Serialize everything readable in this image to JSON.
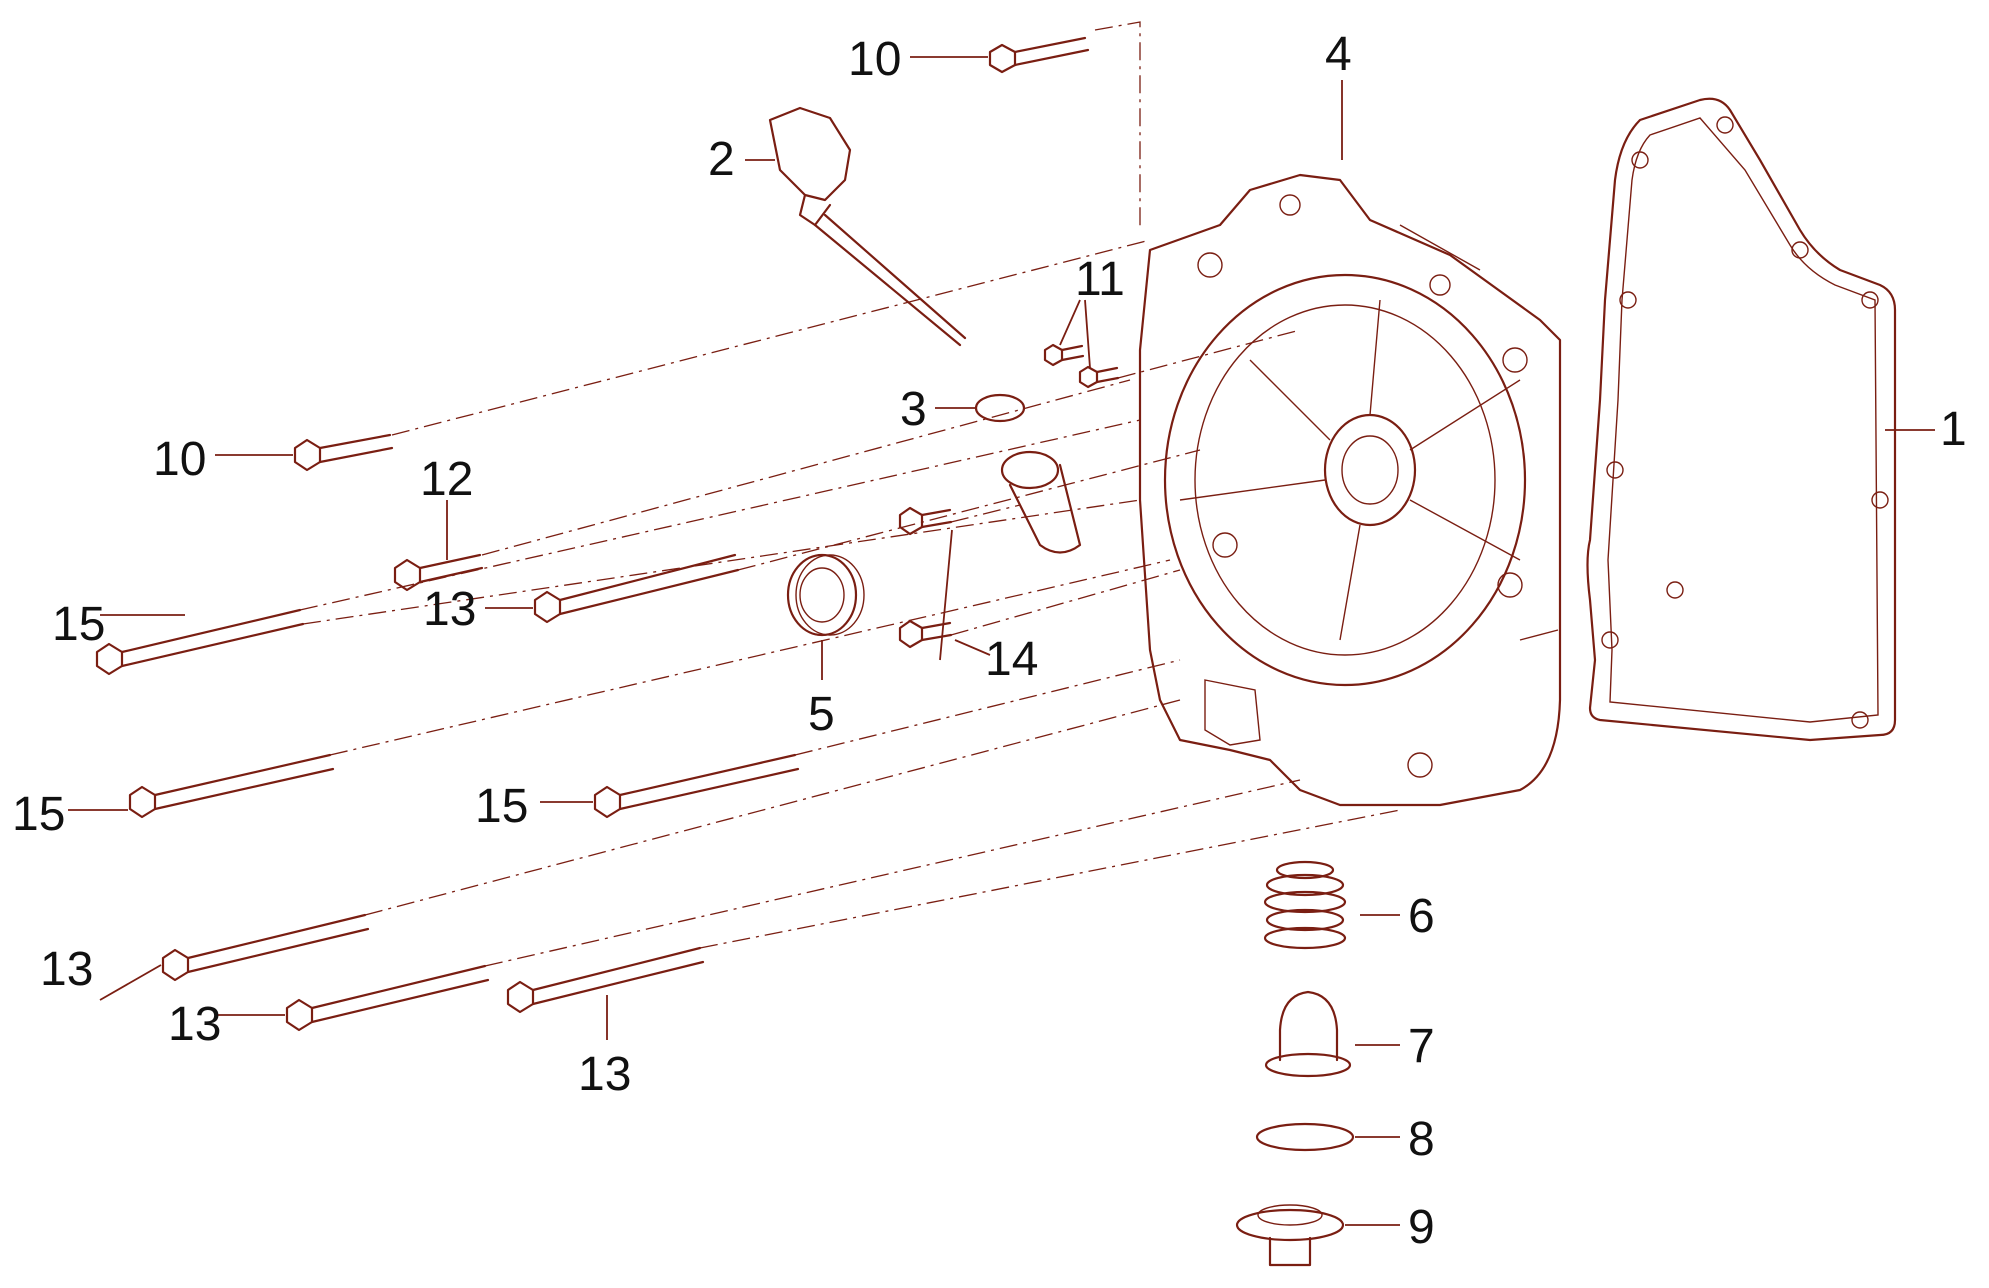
{
  "callouts": [
    {
      "id": "1",
      "text": "1"
    },
    {
      "id": "2",
      "text": "2"
    },
    {
      "id": "3",
      "text": "3"
    },
    {
      "id": "4",
      "text": "4"
    },
    {
      "id": "5",
      "text": "5"
    },
    {
      "id": "6",
      "text": "6"
    },
    {
      "id": "7",
      "text": "7"
    },
    {
      "id": "8",
      "text": "8"
    },
    {
      "id": "9",
      "text": "9"
    },
    {
      "id": "10a",
      "text": "10"
    },
    {
      "id": "10b",
      "text": "10"
    },
    {
      "id": "11",
      "text": "11"
    },
    {
      "id": "12",
      "text": "12"
    },
    {
      "id": "13a",
      "text": "13"
    },
    {
      "id": "13b",
      "text": "13"
    },
    {
      "id": "13c",
      "text": "13"
    },
    {
      "id": "13d",
      "text": "13"
    },
    {
      "id": "14",
      "text": "14"
    },
    {
      "id": "15a",
      "text": "15"
    },
    {
      "id": "15b",
      "text": "15"
    },
    {
      "id": "15c",
      "text": "15"
    }
  ],
  "colors": {
    "line": "#7a1e12",
    "text": "#111111",
    "background": "#ffffff"
  }
}
